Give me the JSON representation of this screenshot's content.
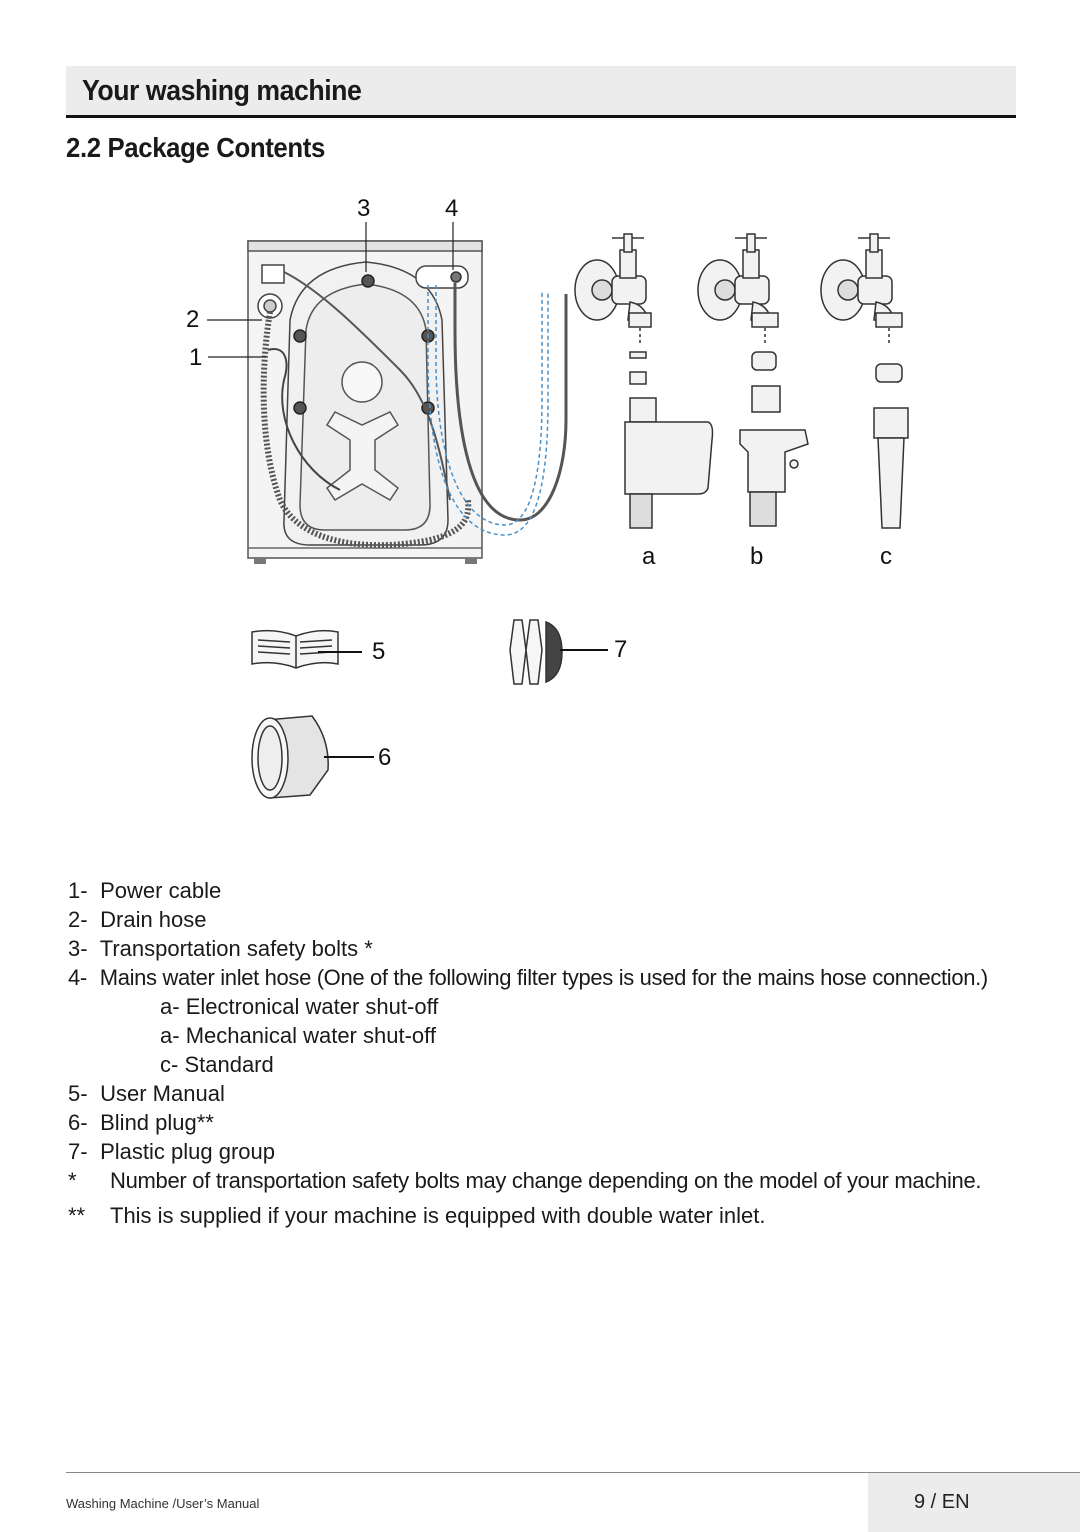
{
  "header": {
    "title": "Your washing machine"
  },
  "section": {
    "title": "2.2 Package Contents"
  },
  "figure": {
    "callouts": {
      "c1": "1",
      "c2": "2",
      "c3": "3",
      "c4": "4",
      "c5": "5",
      "c6": "6",
      "c7": "7"
    },
    "filter_labels": {
      "a": "a",
      "b": "b",
      "c": "c"
    }
  },
  "legend": {
    "items": [
      {
        "num": "1-",
        "text": "Power cable"
      },
      {
        "num": "2-",
        "text": "Drain hose"
      },
      {
        "num": "3-",
        "text": "Transportation safety bolts *"
      },
      {
        "num": "4-",
        "text": "Mains water inlet hose (One of the following filter types is used for the mains hose connection.)"
      }
    ],
    "subitems": [
      {
        "num": "a-",
        "text": "Electronical water shut-off"
      },
      {
        "num": "a-",
        "text": "Mechanical water shut-off"
      },
      {
        "num": "c-",
        "text": "Standard"
      }
    ],
    "items2": [
      {
        "num": "5-",
        "text": "User Manual"
      },
      {
        "num": "6-",
        "text": "Blind plug**"
      },
      {
        "num": "7-",
        "text": "Plastic plug group"
      }
    ],
    "notes": [
      {
        "mark": "*",
        "text": "Number of transportation safety bolts may change depending on the model of your machine."
      },
      {
        "mark": "**",
        "text": "This is supplied if your machine is equipped with double water inlet."
      }
    ]
  },
  "footer": {
    "left": "Washing Machine /User’s Manual",
    "page": "9 / EN"
  }
}
